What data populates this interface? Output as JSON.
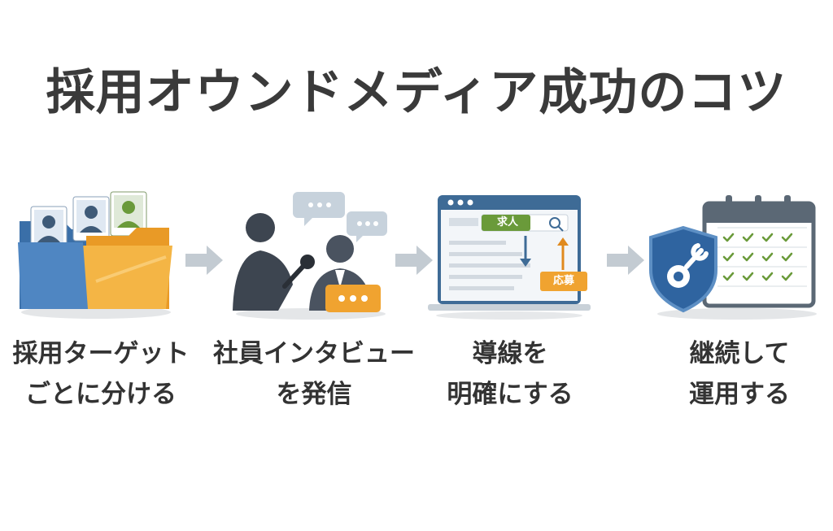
{
  "title": "採用オウンドメディア成功のコツ",
  "colors": {
    "navy": "#3e5a78",
    "blue": "#3f78b4",
    "orange": "#f0a330",
    "green": "#6a9a3a",
    "gray_arrow": "#c3cbd2",
    "dark_figure": "#3d4550"
  },
  "steps": [
    {
      "icon": "folder-with-profiles-icon",
      "caption_line1": "採用ターゲット",
      "caption_line2": "ごとに分ける"
    },
    {
      "icon": "interview-people-icon",
      "caption_line1": "社員インタビュー",
      "caption_line2": "を発信"
    },
    {
      "icon": "browser-window-icon",
      "caption_line1": "導線を",
      "caption_line2": "明確にする",
      "labels": {
        "job": "求人",
        "apply": "応募"
      }
    },
    {
      "icon": "calendar-shield-icon",
      "caption_line1": "継続して",
      "caption_line2": "運用する"
    }
  ]
}
